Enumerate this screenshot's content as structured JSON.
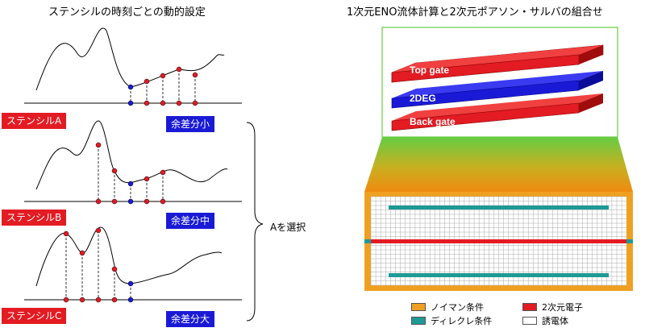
{
  "left_title": "ステンシルの時刻ごとの動的設定",
  "right_title": "1次元ENO流体計算と2次元ポアソン・サルバの組合せ",
  "stencils": [
    {
      "label": "ステンシルA",
      "diff": "余差分小"
    },
    {
      "label": "ステンシルB",
      "diff": "余差分中"
    },
    {
      "label": "ステンシルC",
      "diff": "余差分大"
    }
  ],
  "select_label": "Aを選択",
  "layers": [
    {
      "label": "Top gate",
      "color": "#e31b23"
    },
    {
      "label": "2DEG",
      "color": "#1a1ad6"
    },
    {
      "label": "Back gate",
      "color": "#e31b23"
    }
  ],
  "legend": [
    {
      "label": "ノイマン条件",
      "color": "#f0a020"
    },
    {
      "label": "2次元電子",
      "color": "#e31b23"
    },
    {
      "label": "ディレクレ条件",
      "color": "#1e9a96"
    },
    {
      "label": "誘電体",
      "color": "#ffffff"
    }
  ],
  "colors": {
    "red": "#e31b23",
    "blue": "#1a1ad6",
    "orange": "#f0a020",
    "teal": "#1e9a96",
    "green": "#66cc44"
  }
}
